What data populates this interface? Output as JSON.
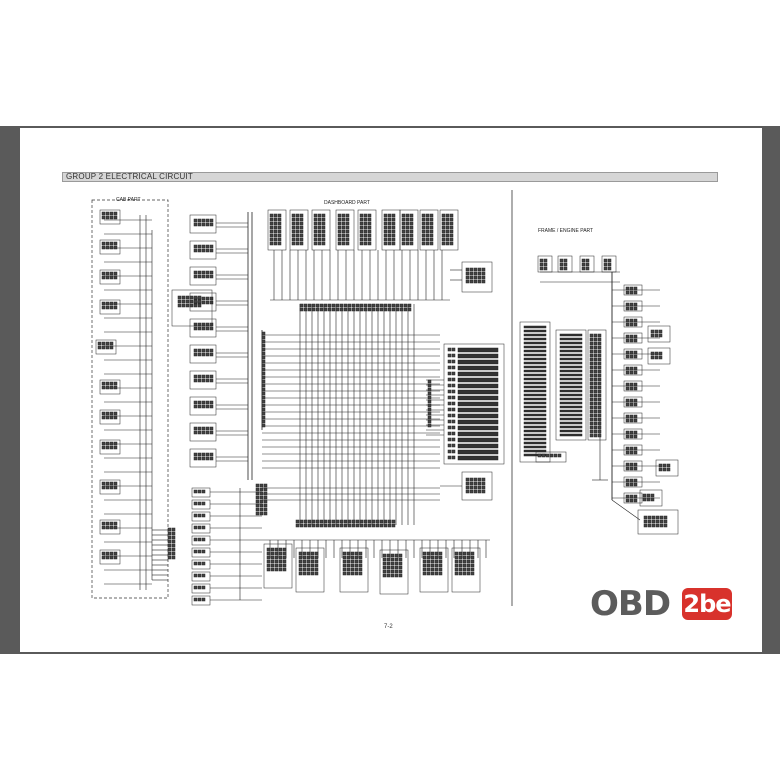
{
  "header": {
    "title": "GROUP 2  ELECTRICAL CIRCUIT"
  },
  "sections": {
    "cab": "CAB PART",
    "dashboard": "DASHBOARD PART",
    "frame_engine": "FRAME / ENGINE PART"
  },
  "page_number": "7-2",
  "watermark": {
    "left": "OBD",
    "right": "2be"
  },
  "colors": {
    "frame": "#5a5a5a",
    "header_bar": "#d6d6d6",
    "watermark_red": "#d8322c"
  }
}
